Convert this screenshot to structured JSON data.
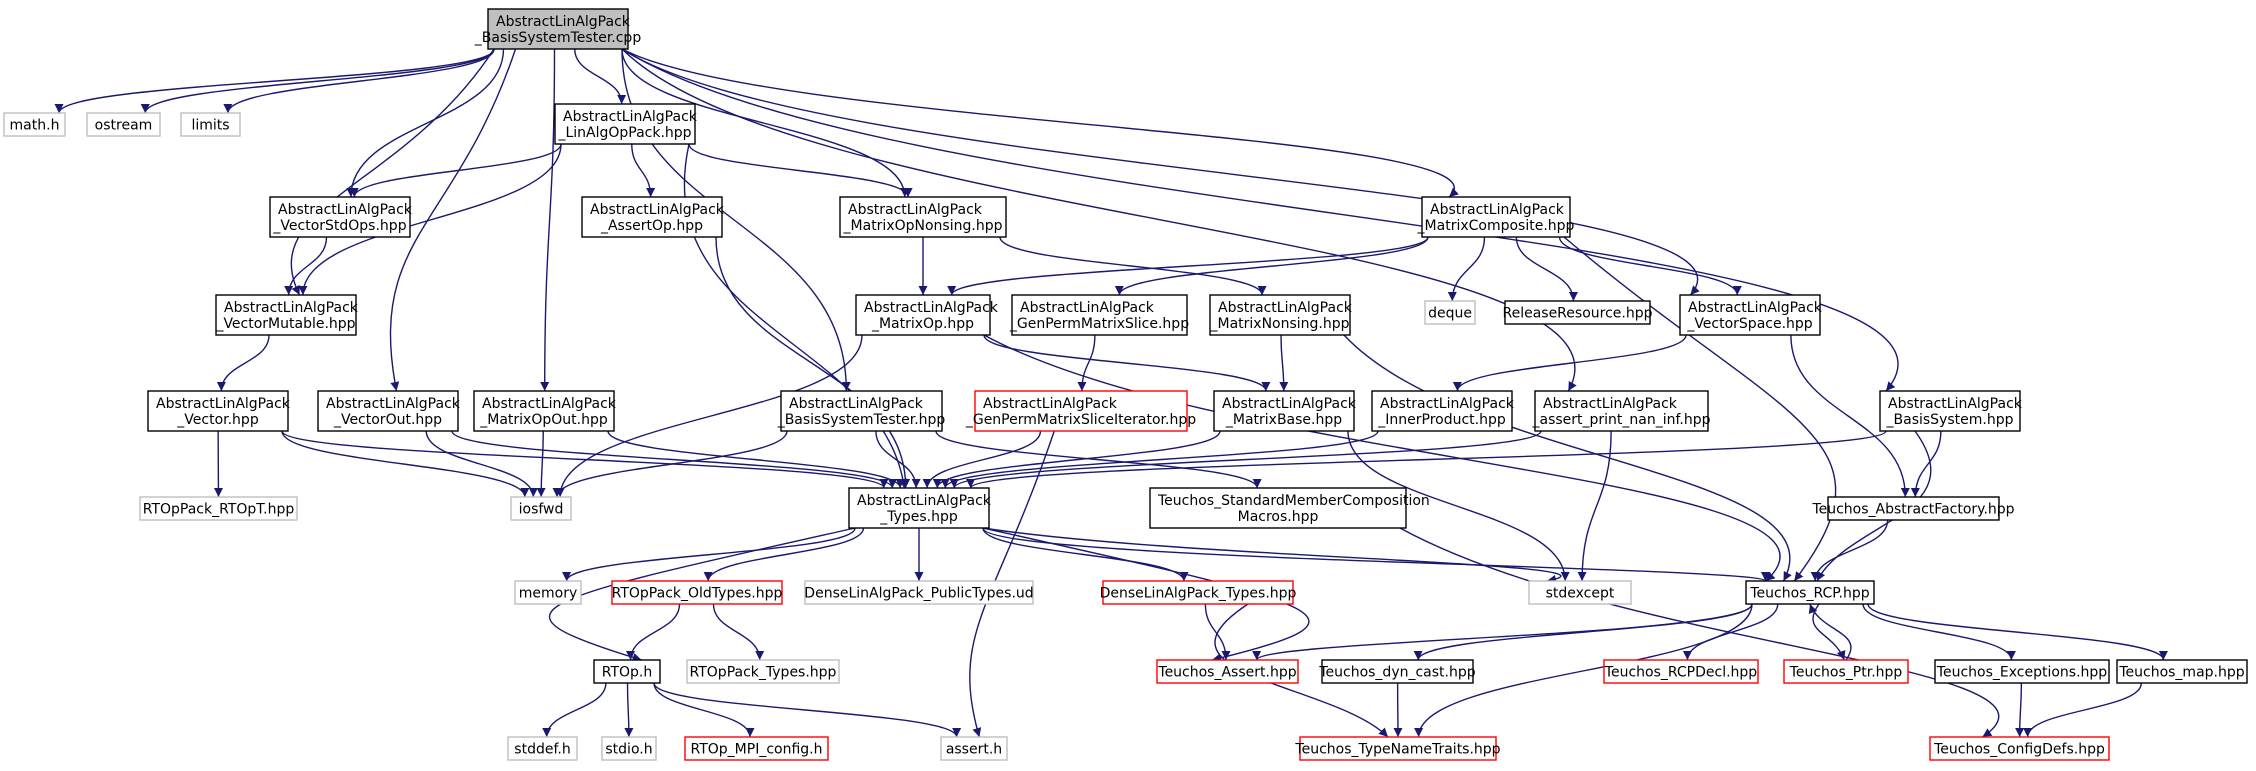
{
  "graph": {
    "root": "n_root",
    "nodes": [
      {
        "id": "n_root",
        "lines": [
          "AbstractLinAlgPack",
          "_BasisSystemTester.cpp"
        ],
        "style": "root"
      },
      {
        "id": "n_math",
        "lines": [
          "math.h"
        ],
        "style": "external"
      },
      {
        "id": "n_ostream",
        "lines": [
          "ostream"
        ],
        "style": "external"
      },
      {
        "id": "n_limits",
        "lines": [
          "limits"
        ],
        "style": "external"
      },
      {
        "id": "n_linalgop",
        "lines": [
          "AbstractLinAlgPack",
          "_LinAlgOpPack.hpp"
        ],
        "style": "normal"
      },
      {
        "id": "n_vecstdops",
        "lines": [
          "AbstractLinAlgPack",
          "_VectorStdOps.hpp"
        ],
        "style": "normal"
      },
      {
        "id": "n_assertop",
        "lines": [
          "AbstractLinAlgPack",
          "_AssertOp.hpp"
        ],
        "style": "normal"
      },
      {
        "id": "n_matopnon",
        "lines": [
          "AbstractLinAlgPack",
          "_MatrixOpNonsing.hpp"
        ],
        "style": "normal"
      },
      {
        "id": "n_matcomp",
        "lines": [
          "AbstractLinAlgPack",
          "_MatrixComposite.hpp"
        ],
        "style": "normal"
      },
      {
        "id": "n_vecmut",
        "lines": [
          "AbstractLinAlgPack",
          "_VectorMutable.hpp"
        ],
        "style": "normal"
      },
      {
        "id": "n_matop",
        "lines": [
          "AbstractLinAlgPack",
          "_MatrixOp.hpp"
        ],
        "style": "normal"
      },
      {
        "id": "n_genperm",
        "lines": [
          "AbstractLinAlgPack",
          "_GenPermMatrixSlice.hpp"
        ],
        "style": "normal"
      },
      {
        "id": "n_matnon",
        "lines": [
          "AbstractLinAlgPack",
          "_MatrixNonsing.hpp"
        ],
        "style": "normal"
      },
      {
        "id": "n_deque",
        "lines": [
          "deque"
        ],
        "style": "external"
      },
      {
        "id": "n_relres",
        "lines": [
          "ReleaseResource.hpp"
        ],
        "style": "normal"
      },
      {
        "id": "n_vecspace",
        "lines": [
          "AbstractLinAlgPack",
          "_VectorSpace.hpp"
        ],
        "style": "normal"
      },
      {
        "id": "n_vector",
        "lines": [
          "AbstractLinAlgPack",
          "_Vector.hpp"
        ],
        "style": "normal"
      },
      {
        "id": "n_vecout",
        "lines": [
          "AbstractLinAlgPack",
          "_VectorOut.hpp"
        ],
        "style": "normal"
      },
      {
        "id": "n_matopout",
        "lines": [
          "AbstractLinAlgPack",
          "_MatrixOpOut.hpp"
        ],
        "style": "normal"
      },
      {
        "id": "n_bstester",
        "lines": [
          "AbstractLinAlgPack",
          "_BasisSystemTester.hpp"
        ],
        "style": "normal"
      },
      {
        "id": "n_genpermit",
        "lines": [
          "AbstractLinAlgPack",
          "_GenPermMatrixSliceIterator.hpp"
        ],
        "style": "red"
      },
      {
        "id": "n_matbase",
        "lines": [
          "AbstractLinAlgPack",
          "_MatrixBase.hpp"
        ],
        "style": "normal"
      },
      {
        "id": "n_innerprod",
        "lines": [
          "AbstractLinAlgPack",
          "_InnerProduct.hpp"
        ],
        "style": "normal"
      },
      {
        "id": "n_assertnan",
        "lines": [
          "AbstractLinAlgPack",
          "_assert_print_nan_inf.hpp"
        ],
        "style": "normal"
      },
      {
        "id": "n_basissys",
        "lines": [
          "AbstractLinAlgPack",
          "_BasisSystem.hpp"
        ],
        "style": "normal"
      },
      {
        "id": "n_rtopt",
        "lines": [
          "RTOpPack_RTOpT.hpp"
        ],
        "style": "external"
      },
      {
        "id": "n_iosfwd",
        "lines": [
          "iosfwd"
        ],
        "style": "external"
      },
      {
        "id": "n_types",
        "lines": [
          "AbstractLinAlgPack",
          "_Types.hpp"
        ],
        "style": "normal"
      },
      {
        "id": "n_stdmember",
        "lines": [
          "Teuchos_StandardMemberComposition",
          "Macros.hpp"
        ],
        "style": "normal"
      },
      {
        "id": "n_absfactory",
        "lines": [
          "Teuchos_AbstractFactory.hpp"
        ],
        "style": "normal"
      },
      {
        "id": "n_memory",
        "lines": [
          "memory"
        ],
        "style": "external"
      },
      {
        "id": "n_oldtypes",
        "lines": [
          "RTOpPack_OldTypes.hpp"
        ],
        "style": "red"
      },
      {
        "id": "n_densepub",
        "lines": [
          "DenseLinAlgPack_PublicTypes.ud"
        ],
        "style": "external"
      },
      {
        "id": "n_densetypes",
        "lines": [
          "DenseLinAlgPack_Types.hpp"
        ],
        "style": "red"
      },
      {
        "id": "n_stdexcept",
        "lines": [
          "stdexcept"
        ],
        "style": "external"
      },
      {
        "id": "n_rcp",
        "lines": [
          "Teuchos_RCP.hpp"
        ],
        "style": "normal"
      },
      {
        "id": "n_rtop",
        "lines": [
          "RTOp.h"
        ],
        "style": "normal"
      },
      {
        "id": "n_rtoptypes",
        "lines": [
          "RTOpPack_Types.hpp"
        ],
        "style": "external"
      },
      {
        "id": "n_tassert",
        "lines": [
          "Teuchos_Assert.hpp"
        ],
        "style": "red"
      },
      {
        "id": "n_dyncast",
        "lines": [
          "Teuchos_dyn_cast.hpp"
        ],
        "style": "normal"
      },
      {
        "id": "n_rcpdecl",
        "lines": [
          "Teuchos_RCPDecl.hpp"
        ],
        "style": "red"
      },
      {
        "id": "n_ptr",
        "lines": [
          "Teuchos_Ptr.hpp"
        ],
        "style": "red"
      },
      {
        "id": "n_exceptions",
        "lines": [
          "Teuchos_Exceptions.hpp"
        ],
        "style": "normal"
      },
      {
        "id": "n_map",
        "lines": [
          "Teuchos_map.hpp"
        ],
        "style": "normal"
      },
      {
        "id": "n_stddef",
        "lines": [
          "stddef.h"
        ],
        "style": "external"
      },
      {
        "id": "n_stdio",
        "lines": [
          "stdio.h"
        ],
        "style": "external"
      },
      {
        "id": "n_mpiconfig",
        "lines": [
          "RTOp_MPI_config.h"
        ],
        "style": "red"
      },
      {
        "id": "n_assert",
        "lines": [
          "assert.h"
        ],
        "style": "external"
      },
      {
        "id": "n_typenametraits",
        "lines": [
          "Teuchos_TypeNameTraits.hpp"
        ],
        "style": "red"
      },
      {
        "id": "n_configdefs",
        "lines": [
          "Teuchos_ConfigDefs.hpp"
        ],
        "style": "red"
      }
    ],
    "edges": [
      [
        "n_root",
        "n_math"
      ],
      [
        "n_root",
        "n_ostream"
      ],
      [
        "n_root",
        "n_limits"
      ],
      [
        "n_root",
        "n_linalgop"
      ],
      [
        "n_root",
        "n_vecstdops"
      ],
      [
        "n_root",
        "n_vecmut"
      ],
      [
        "n_root",
        "n_vecout"
      ],
      [
        "n_root",
        "n_matopout"
      ],
      [
        "n_root",
        "n_matopnon"
      ],
      [
        "n_root",
        "n_bstester"
      ],
      [
        "n_root",
        "n_assertnan"
      ],
      [
        "n_root",
        "n_matcomp"
      ],
      [
        "n_root",
        "n_vecspace"
      ],
      [
        "n_root",
        "n_basissys"
      ],
      [
        "n_linalgop",
        "n_vecstdops"
      ],
      [
        "n_linalgop",
        "n_vecmut"
      ],
      [
        "n_linalgop",
        "n_assertop"
      ],
      [
        "n_linalgop",
        "n_matopnon"
      ],
      [
        "n_linalgop",
        "n_types"
      ],
      [
        "n_vecstdops",
        "n_vecmut"
      ],
      [
        "n_vecmut",
        "n_vector"
      ],
      [
        "n_vector",
        "n_rtopt"
      ],
      [
        "n_vector",
        "n_iosfwd"
      ],
      [
        "n_vector",
        "n_types"
      ],
      [
        "n_vecout",
        "n_iosfwd"
      ],
      [
        "n_vecout",
        "n_types"
      ],
      [
        "n_matopout",
        "n_iosfwd"
      ],
      [
        "n_matopout",
        "n_types"
      ],
      [
        "n_assertop",
        "n_types"
      ],
      [
        "n_matopnon",
        "n_matop"
      ],
      [
        "n_matopnon",
        "n_matnon"
      ],
      [
        "n_matop",
        "n_iosfwd"
      ],
      [
        "n_matop",
        "n_matbase"
      ],
      [
        "n_matop",
        "n_rcp"
      ],
      [
        "n_matnon",
        "n_matbase"
      ],
      [
        "n_matnon",
        "n_rcp"
      ],
      [
        "n_genperm",
        "n_genpermit"
      ],
      [
        "n_genpermit",
        "n_types"
      ],
      [
        "n_genpermit",
        "n_assert"
      ],
      [
        "n_matbase",
        "n_types"
      ],
      [
        "n_matbase",
        "n_stdexcept"
      ],
      [
        "n_bstester",
        "n_iosfwd"
      ],
      [
        "n_bstester",
        "n_types"
      ],
      [
        "n_bstester",
        "n_stdmember"
      ],
      [
        "n_stdmember",
        "n_configdefs"
      ],
      [
        "n_matcomp",
        "n_matop"
      ],
      [
        "n_matcomp",
        "n_genperm"
      ],
      [
        "n_matcomp",
        "n_deque"
      ],
      [
        "n_matcomp",
        "n_relres"
      ],
      [
        "n_matcomp",
        "n_vecspace"
      ],
      [
        "n_matcomp",
        "n_rcp"
      ],
      [
        "n_vecspace",
        "n_innerprod"
      ],
      [
        "n_vecspace",
        "n_absfactory"
      ],
      [
        "n_innerprod",
        "n_types"
      ],
      [
        "n_assertnan",
        "n_types"
      ],
      [
        "n_assertnan",
        "n_stdexcept"
      ],
      [
        "n_basissys",
        "n_types"
      ],
      [
        "n_basissys",
        "n_absfactory"
      ],
      [
        "n_basissys",
        "n_rcp"
      ],
      [
        "n_absfactory",
        "n_rcp"
      ],
      [
        "n_types",
        "n_memory"
      ],
      [
        "n_types",
        "n_oldtypes"
      ],
      [
        "n_types",
        "n_densepub"
      ],
      [
        "n_types",
        "n_densetypes"
      ],
      [
        "n_types",
        "n_stdexcept"
      ],
      [
        "n_types",
        "n_rcp"
      ],
      [
        "n_types",
        "n_rtop"
      ],
      [
        "n_types",
        "n_tassert"
      ],
      [
        "n_oldtypes",
        "n_rtop"
      ],
      [
        "n_oldtypes",
        "n_rtoptypes"
      ],
      [
        "n_densetypes",
        "n_tassert"
      ],
      [
        "n_densetypes",
        "n_typenametraits"
      ],
      [
        "n_rcp",
        "n_tassert"
      ],
      [
        "n_rcp",
        "n_dyncast"
      ],
      [
        "n_rcp",
        "n_rcpdecl"
      ],
      [
        "n_rcp",
        "n_ptr"
      ],
      [
        "n_rcp",
        "n_exceptions"
      ],
      [
        "n_rcp",
        "n_map"
      ],
      [
        "n_rcp",
        "n_typenametraits"
      ],
      [
        "n_ptr",
        "n_rcp"
      ],
      [
        "n_dyncast",
        "n_typenametraits"
      ],
      [
        "n_exceptions",
        "n_configdefs"
      ],
      [
        "n_map",
        "n_configdefs"
      ],
      [
        "n_rtop",
        "n_stddef"
      ],
      [
        "n_rtop",
        "n_stdio"
      ],
      [
        "n_rtop",
        "n_mpiconfig"
      ],
      [
        "n_rtop",
        "n_assert"
      ]
    ]
  },
  "colors": {
    "edge": "#191970",
    "root_fill": "#bfbfbf",
    "normal_border": "#000000",
    "red_border": "#ff0000",
    "external_border": "#bfbfbf",
    "background": "#ffffff"
  }
}
